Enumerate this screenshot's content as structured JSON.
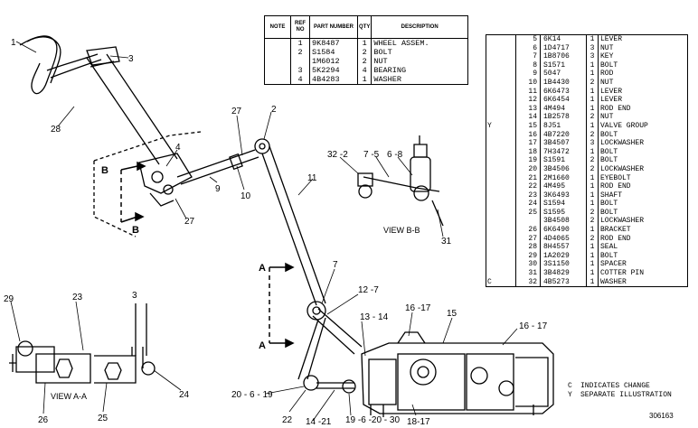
{
  "callouts": {
    "c1": "1",
    "c3a": "3",
    "c28": "28",
    "c4": "4",
    "c27a": "27",
    "c2": "2",
    "c10": "10",
    "c9": "9",
    "c27b": "27",
    "c11": "11",
    "cB1": "B",
    "cB2": "B",
    "c32": "32 -2",
    "c75": "7 -5",
    "c68": "6 -8",
    "c31": "31",
    "c7": "7",
    "c12": "12 -7",
    "c1314": "13 - 14",
    "c1617a": "16 -17",
    "c15": "15",
    "c1617b": "16 - 17",
    "cA1": "A",
    "cA2": "A",
    "c29": "29",
    "c23": "23",
    "c3b": "3",
    "c24": "24",
    "c26": "26",
    "c25": "25",
    "c20": "20 - 6 - 19",
    "c22": "22",
    "c1421": "14 -21",
    "c19": "19 -6 -20 - 30",
    "c1817": "18-17"
  },
  "views": {
    "bb": "VIEW B-B",
    "aa": "VIEW A-A"
  },
  "parts_table": {
    "headers": [
      "NOTE",
      "REF NO",
      "PART NUMBER",
      "QTY",
      "DESCRIPTION"
    ],
    "rows": [
      [
        "",
        "1",
        "9K8487",
        "1",
        "WHEEL ASSEM."
      ],
      [
        "",
        "2",
        "S1584",
        "2",
        "BOLT"
      ],
      [
        "",
        "",
        "1M6012",
        "2",
        "NUT"
      ],
      [
        "",
        "3",
        "5K2294",
        "4",
        "BEARING"
      ],
      [
        "",
        "4",
        "4B4283",
        "1",
        "WASHER"
      ]
    ]
  },
  "parts_list": [
    [
      "",
      "5",
      "6K14",
      "1",
      "LEVER"
    ],
    [
      "",
      "6",
      "1D4717",
      "3",
      "NUT"
    ],
    [
      "",
      "7",
      "1B8706",
      "3",
      "KEY"
    ],
    [
      "",
      "8",
      "S1571",
      "1",
      "BOLT"
    ],
    [
      "",
      "9",
      "5047",
      "1",
      "ROD"
    ],
    [
      "",
      "10",
      "1B4430",
      "2",
      "NUT"
    ],
    [
      "",
      "11",
      "6K6473",
      "1",
      "LEVER"
    ],
    [
      "",
      "12",
      "6K6454",
      "1",
      "LEVER"
    ],
    [
      "",
      "13",
      "4M494",
      "1",
      "ROD END"
    ],
    [
      "",
      "14",
      "1B2578",
      "2",
      "NUT"
    ],
    [
      "Y",
      "15",
      "8J51",
      "1",
      "VALVE GROUP"
    ],
    [
      "",
      "16",
      "4B7220",
      "2",
      "BOLT"
    ],
    [
      "",
      "17",
      "3B4507",
      "3",
      "LOCKWASHER"
    ],
    [
      "",
      "18",
      "7H3472",
      "1",
      "BOLT"
    ],
    [
      "",
      "19",
      "S1591",
      "2",
      "BOLT"
    ],
    [
      "",
      "20",
      "3B4506",
      "2",
      "LOCKWASHER"
    ],
    [
      "",
      "21",
      "2M1660",
      "1",
      "EYEBOLT"
    ],
    [
      "",
      "22",
      "4M495",
      "1",
      "ROD END"
    ],
    [
      "",
      "23",
      "3K6493",
      "1",
      "SHAFT"
    ],
    [
      "",
      "24",
      "S1594",
      "1",
      "BOLT"
    ],
    [
      "",
      "25",
      "S1595",
      "2",
      "BOLT"
    ],
    [
      "",
      "",
      "3B4508",
      "2",
      "LOCKWASHER"
    ],
    [
      "",
      "26",
      "6K6490",
      "1",
      "BRACKET"
    ],
    [
      "",
      "27",
      "4D4065",
      "2",
      "ROD END"
    ],
    [
      "",
      "28",
      "8H4557",
      "1",
      "SEAL"
    ],
    [
      "",
      "29",
      "1A2029",
      "1",
      "BOLT"
    ],
    [
      "",
      "30",
      "3S1150",
      "1",
      "SPACER"
    ],
    [
      "",
      "31",
      "3B4829",
      "1",
      "COTTER PIN"
    ],
    [
      "C",
      "32",
      "4B5273",
      "1",
      "WASHER"
    ]
  ],
  "legend": [
    {
      "key": "C",
      "text": "INDICATES CHANGE"
    },
    {
      "key": "Y",
      "text": "SEPARATE ILLUSTRATION"
    }
  ],
  "drawing_id": "306163"
}
